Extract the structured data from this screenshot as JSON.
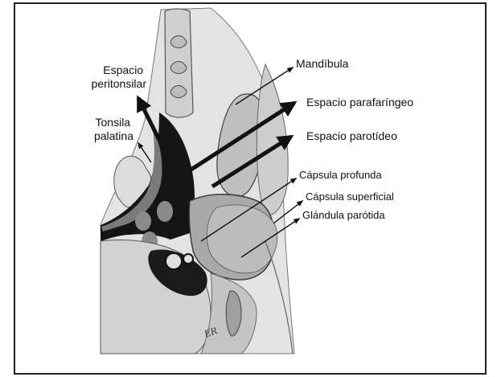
{
  "figure": {
    "colors": {
      "background": "#ffffff",
      "ink": "#111111",
      "shade_light": "#d9d9d9",
      "shade_mid": "#b8b8b8",
      "shade_dark": "#8a8a8a"
    },
    "signature": "ER"
  },
  "labels": {
    "espacio_peritonsilar": [
      "Espacio",
      "peritonsilar"
    ],
    "tonsila_palatina": [
      "Tonsila",
      "palatina"
    ],
    "mandibula": "Mandíbula",
    "espacio_parafaringeo": "Espacio parafaríngeo",
    "espacio_parotideo": "Espacio parotídeo",
    "capsula_profunda": "Cápsula profunda",
    "capsula_superficial": "Cápsula superficial",
    "glandula_parotida": "Glándula parótida"
  }
}
